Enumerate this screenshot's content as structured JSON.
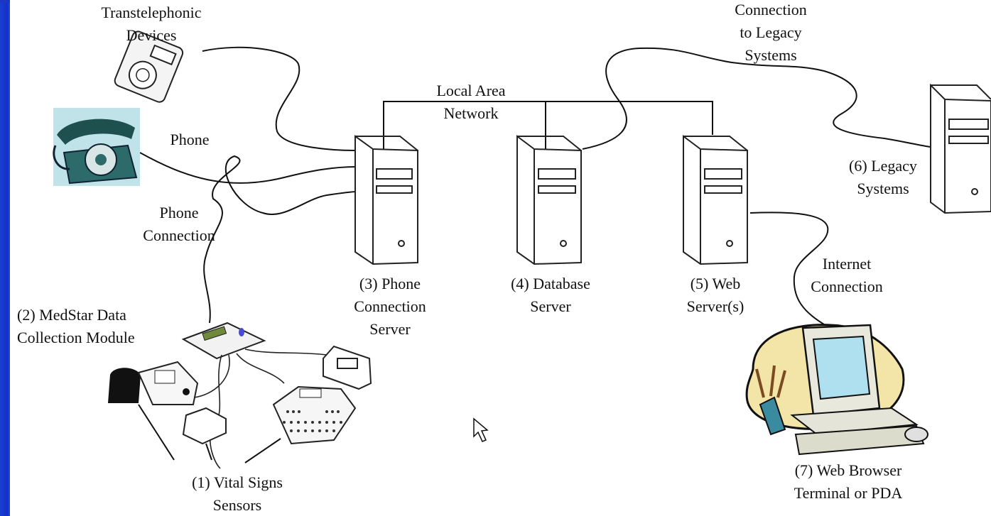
{
  "labels": {
    "transtelephonic": "Transtelephonic\nDevices",
    "legacy_connection": "Connection\nto Legacy\nSystems",
    "lan": "Local Area\nNetwork",
    "phone": "Phone",
    "phone_connection": "Phone\nConnection",
    "legacy_systems": "(6) Legacy\nSystems",
    "internet": "Internet\nConnection",
    "medstar": "(2) MedStar Data\nCollection Module",
    "phone_server": "(3) Phone\nConnection\nServer",
    "database_server": "(4) Database\nServer",
    "web_server": "(5) Web\nServer(s)",
    "vital_signs": "(1) Vital Signs\nSensors",
    "web_browser": "(7) Web Browser\nTerminal or PDA"
  },
  "colors": {
    "frame": "#1a2bb8",
    "canvas": "#ffffff",
    "line": "#111111",
    "phone_body": "#2d6a6a",
    "clipart_bg": "#f3e4a8"
  },
  "icons": [
    "transtelephonic-device-icon",
    "rotary-phone-icon",
    "server-tower-icon",
    "desktop-computer-icon",
    "data-collection-module-icon",
    "blood-pressure-cuff-icon",
    "sensor-pad-icon",
    "mouse-pointer-icon"
  ]
}
